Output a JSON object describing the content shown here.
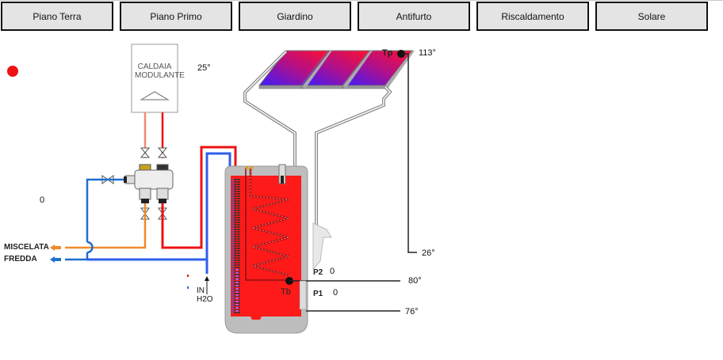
{
  "nav": {
    "tabs": [
      {
        "label": "Piano Terra"
      },
      {
        "label": "Piano Primo"
      },
      {
        "label": "Giardino"
      },
      {
        "label": "Antifurto"
      },
      {
        "label": "Riscaldamento"
      },
      {
        "label": "Solare"
      }
    ]
  },
  "status": {
    "indicator_color": "#ee1111"
  },
  "boiler": {
    "line1": "CALDAIA",
    "line2": "MODULANTE",
    "temp": "25°"
  },
  "mixer": {
    "value": "0"
  },
  "outputs": {
    "mixed_label": "MISCELATA",
    "cold_label": "FREDDA"
  },
  "inlet": {
    "line1": "IN",
    "line2": "H2O"
  },
  "solar": {
    "panel_sensor_label": "Tp",
    "panel_temp": "113°",
    "return_temp": "26°"
  },
  "tank": {
    "sensor_label": "Tb",
    "sensor_temp": "80°",
    "low_temp": "76°",
    "pump2_label": "P2",
    "pump2_value": "0",
    "pump1_label": "P1",
    "pump1_value": "0"
  },
  "colors": {
    "hot": "#ee1111",
    "cold": "#2f5fe8",
    "mixed": "#f08a2a",
    "tank": "#ff1a1a"
  }
}
